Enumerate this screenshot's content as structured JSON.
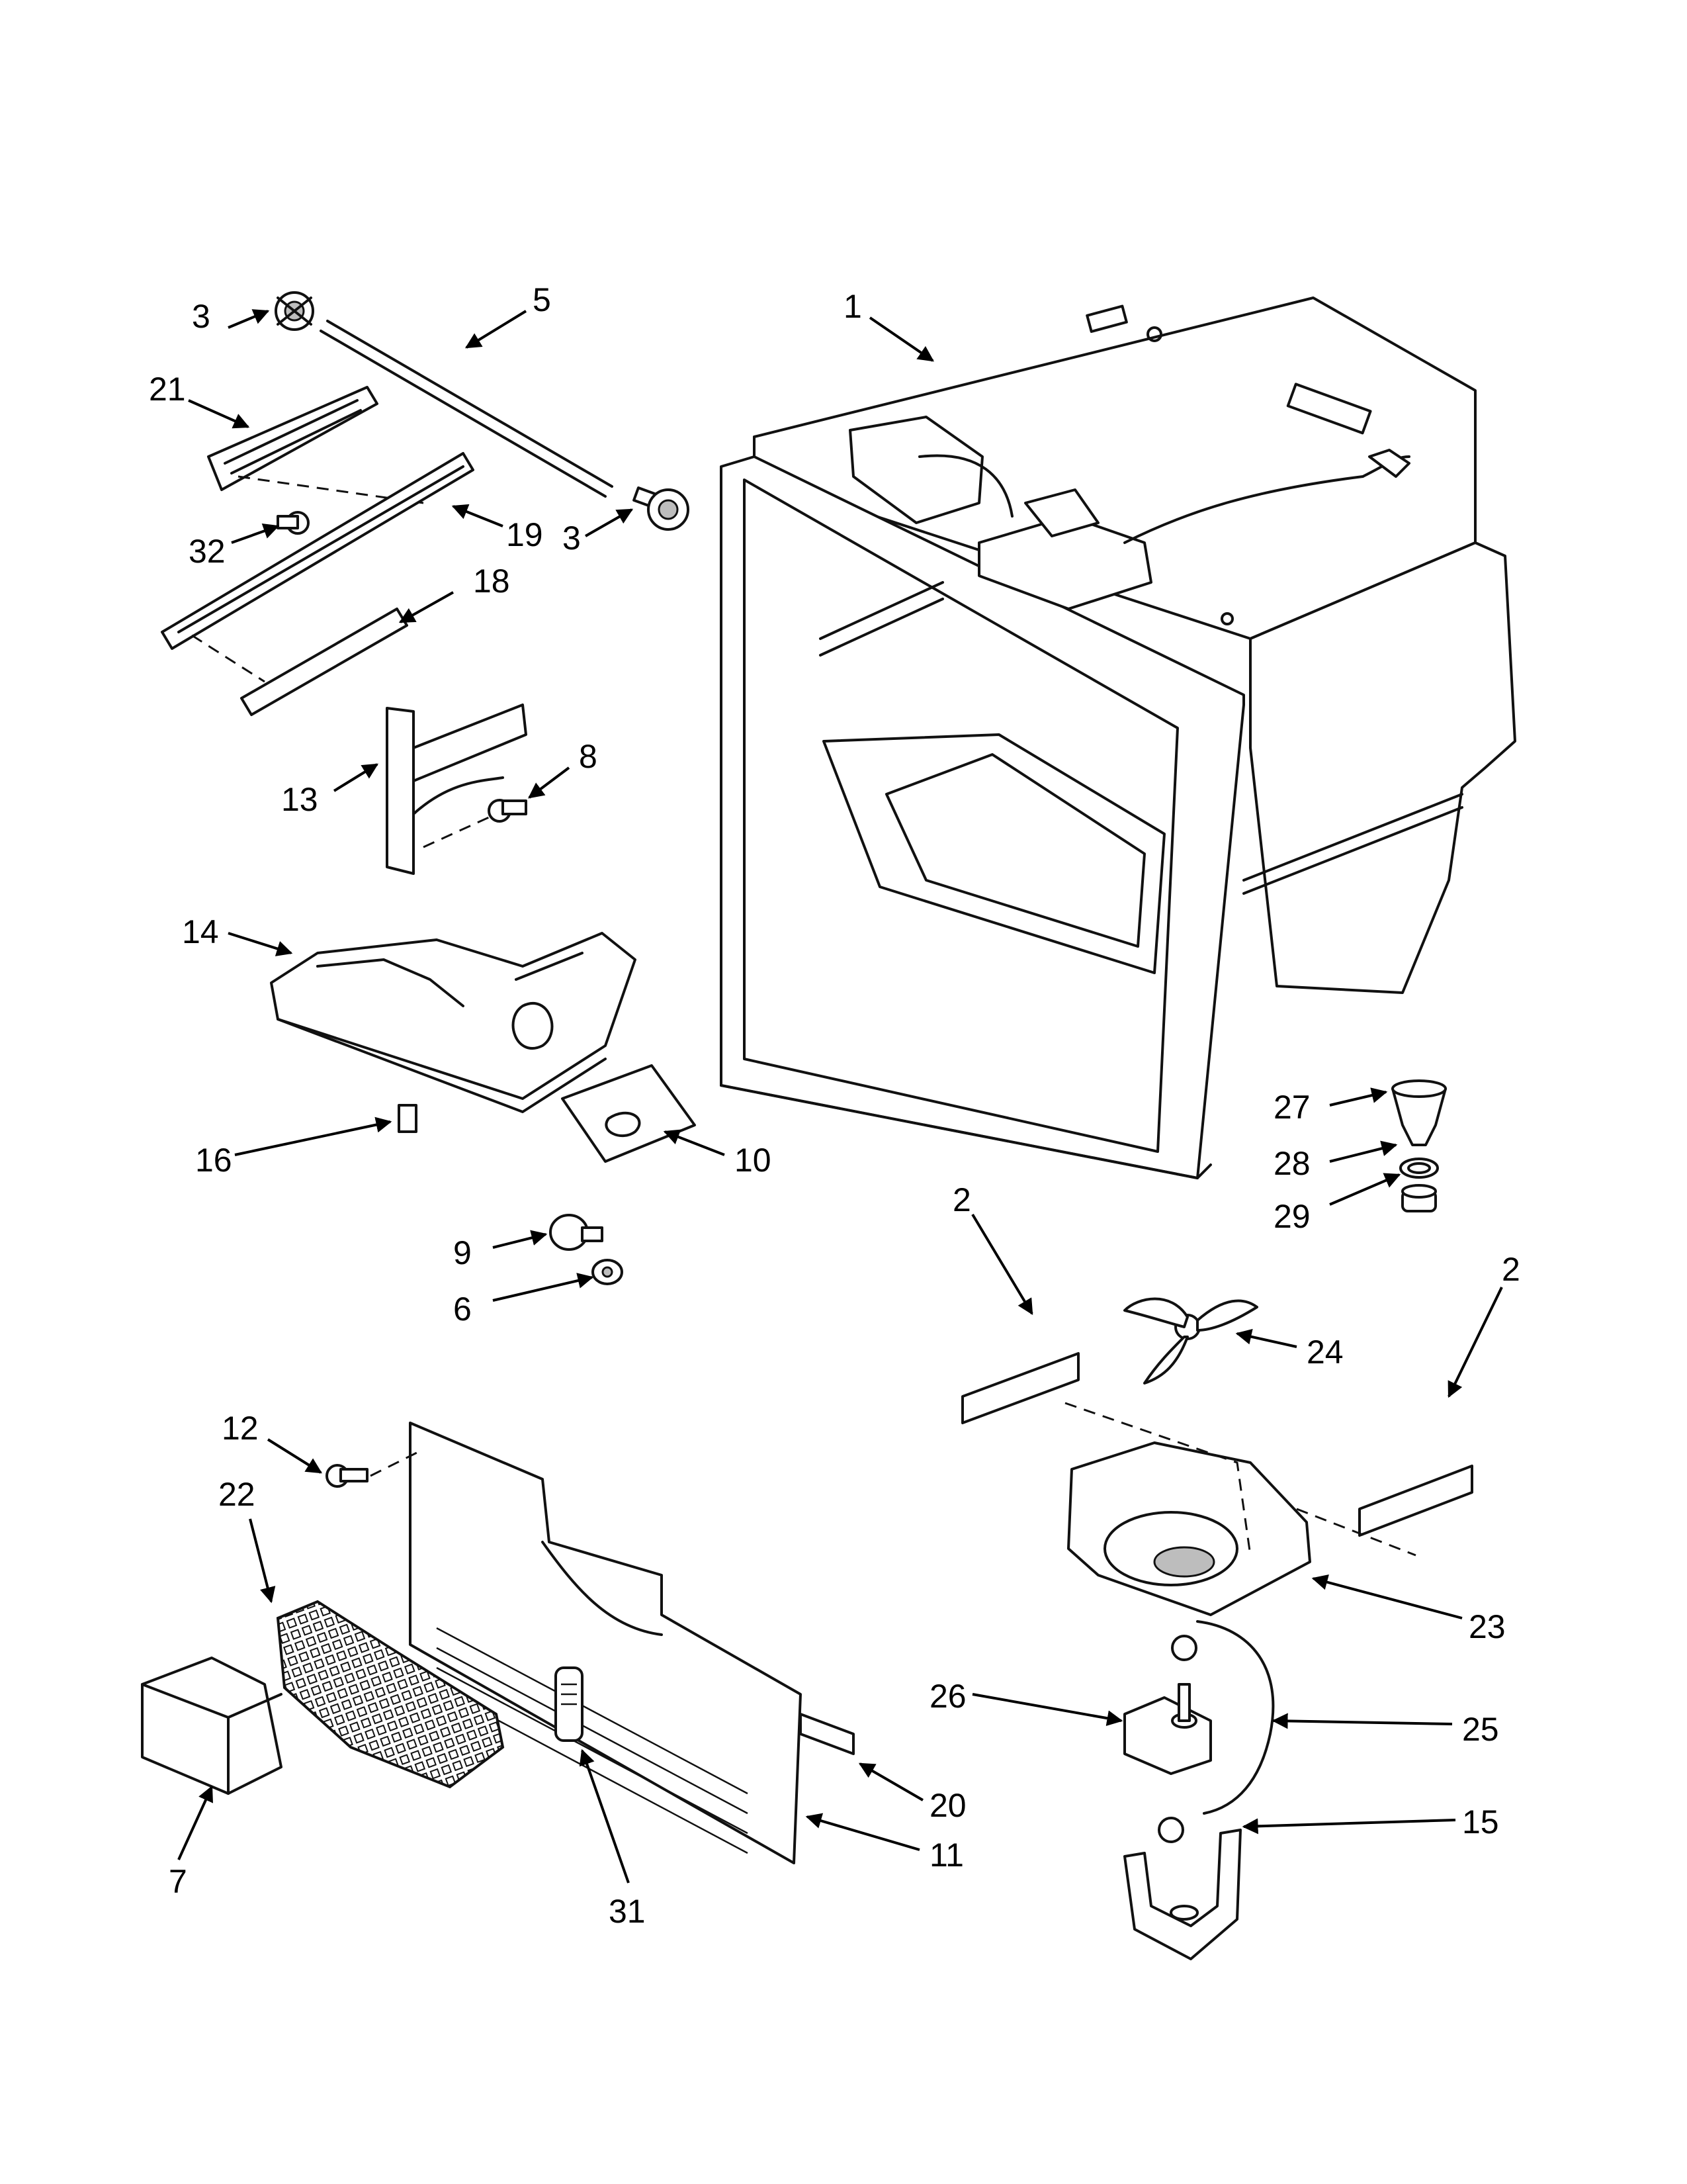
{
  "diagram": {
    "callouts": [
      {
        "id": "c1",
        "label": "1"
      },
      {
        "id": "c2a",
        "label": "2"
      },
      {
        "id": "c2b",
        "label": "2"
      },
      {
        "id": "c3a",
        "label": "3"
      },
      {
        "id": "c3b",
        "label": "3"
      },
      {
        "id": "c5",
        "label": "5"
      },
      {
        "id": "c6",
        "label": "6"
      },
      {
        "id": "c7",
        "label": "7"
      },
      {
        "id": "c8",
        "label": "8"
      },
      {
        "id": "c9",
        "label": "9"
      },
      {
        "id": "c10",
        "label": "10"
      },
      {
        "id": "c11",
        "label": "11"
      },
      {
        "id": "c12",
        "label": "12"
      },
      {
        "id": "c13",
        "label": "13"
      },
      {
        "id": "c14",
        "label": "14"
      },
      {
        "id": "c15",
        "label": "15"
      },
      {
        "id": "c16",
        "label": "16"
      },
      {
        "id": "c18",
        "label": "18"
      },
      {
        "id": "c19",
        "label": "19"
      },
      {
        "id": "c20",
        "label": "20"
      },
      {
        "id": "c21",
        "label": "21"
      },
      {
        "id": "c22",
        "label": "22"
      },
      {
        "id": "c23",
        "label": "23"
      },
      {
        "id": "c24",
        "label": "24"
      },
      {
        "id": "c25",
        "label": "25"
      },
      {
        "id": "c26",
        "label": "26"
      },
      {
        "id": "c27",
        "label": "27"
      },
      {
        "id": "c28",
        "label": "28"
      },
      {
        "id": "c29",
        "label": "29"
      },
      {
        "id": "c31",
        "label": "31"
      },
      {
        "id": "c32",
        "label": "32"
      }
    ]
  }
}
